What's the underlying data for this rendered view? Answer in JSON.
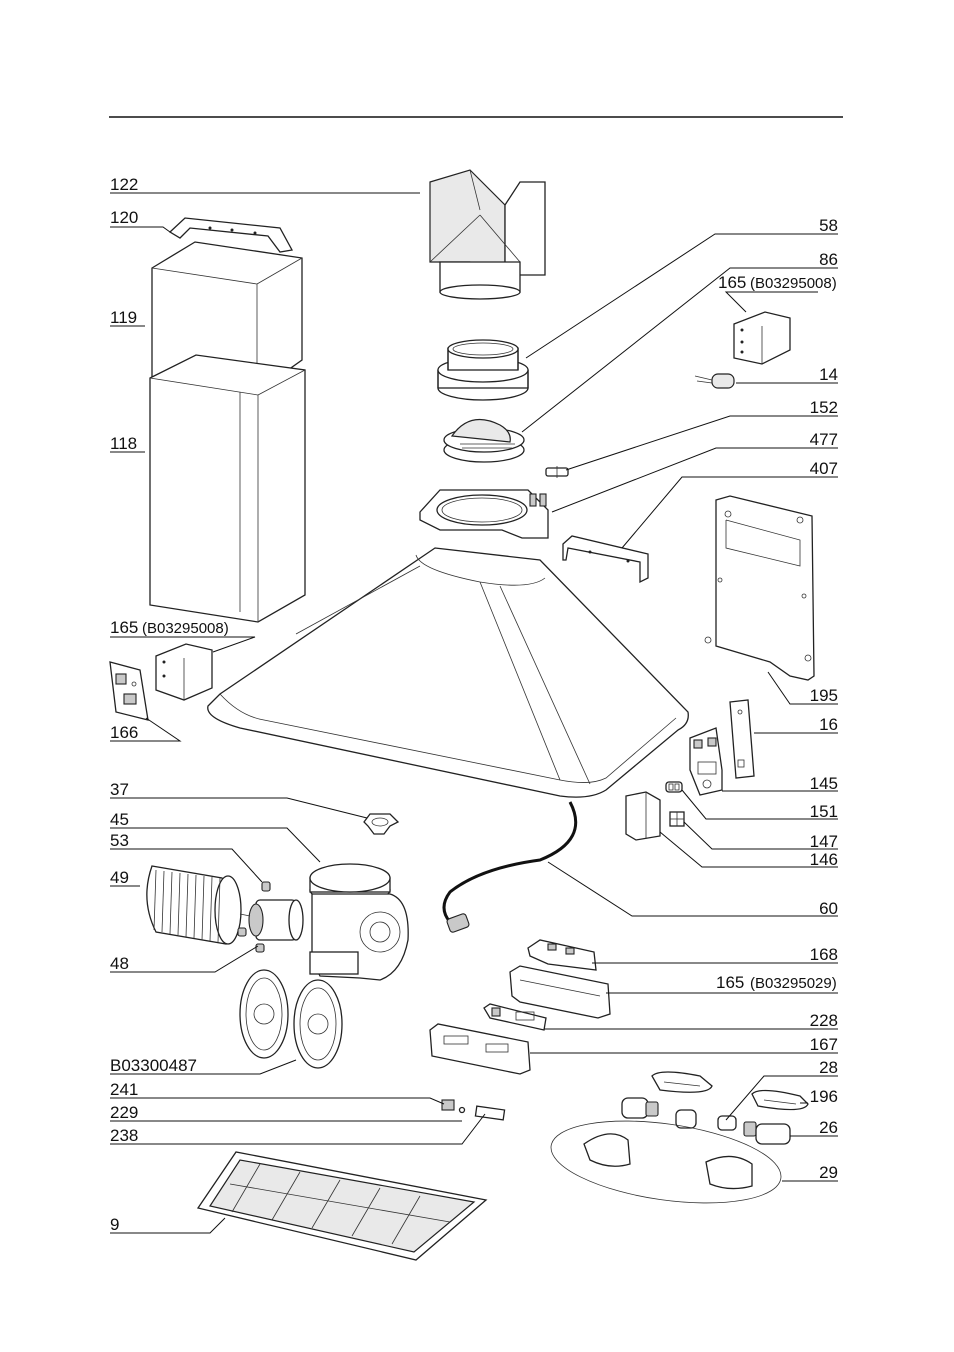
{
  "callouts": {
    "c122": "122",
    "c120": "120",
    "c119": "119",
    "c118": "118",
    "c165a": "165",
    "c165a_code": "(B03295008)",
    "c166": "166",
    "c37": "37",
    "c45": "45",
    "c53": "53",
    "c49": "49",
    "c48": "48",
    "cB03300487": "B03300487",
    "c241": "241",
    "c229": "229",
    "c238": "238",
    "c9": "9",
    "c58": "58",
    "c86": "86",
    "c165b": "165",
    "c165b_code": "(B03295008)",
    "c14": "14",
    "c152": "152",
    "c477": "477",
    "c407": "407",
    "c195": "195",
    "c16": "16",
    "c145": "145",
    "c151": "151",
    "c147": "147",
    "c146": "146",
    "c60": "60",
    "c168": "168",
    "c165c": "165",
    "c165c_code": "(B03295029)",
    "c228": "228",
    "c167": "167",
    "c28": "28",
    "c196": "196",
    "c26": "26",
    "c29": "29"
  }
}
